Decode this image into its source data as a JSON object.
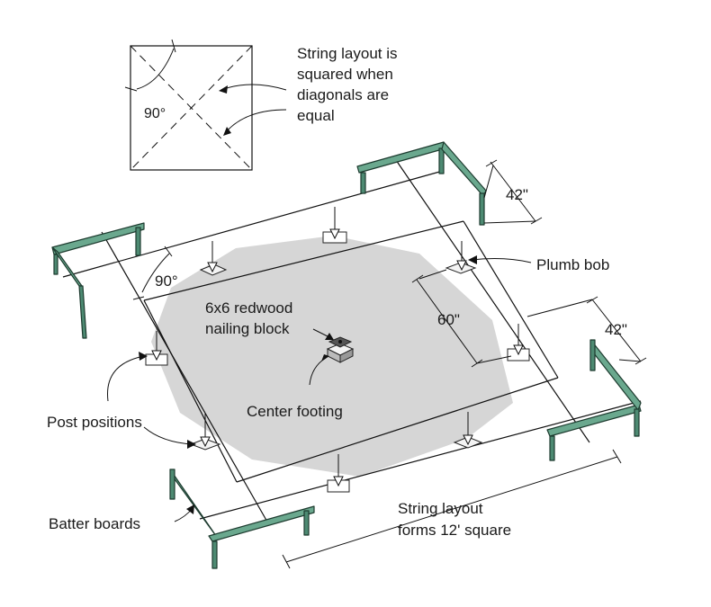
{
  "labels": {
    "string_squared": [
      "String layout is",
      "squared when",
      "diagonals are",
      "equal"
    ],
    "angle_inset": "90°",
    "angle_main": "90°",
    "dim_42_top": "42\"",
    "dim_42_right": "42\"",
    "dim_60": "60\"",
    "plumb_bob": "Plumb bob",
    "nailing_block": [
      "6x6 redwood",
      "nailing block"
    ],
    "center_footing": "Center footing",
    "post_positions": "Post positions",
    "batter_boards": "Batter boards",
    "string_square": [
      "String layout",
      "forms 12' square"
    ]
  },
  "colors": {
    "octagon_fill": "#d6d6d6",
    "batter_board": "#6aa88e",
    "string": "#111111"
  }
}
